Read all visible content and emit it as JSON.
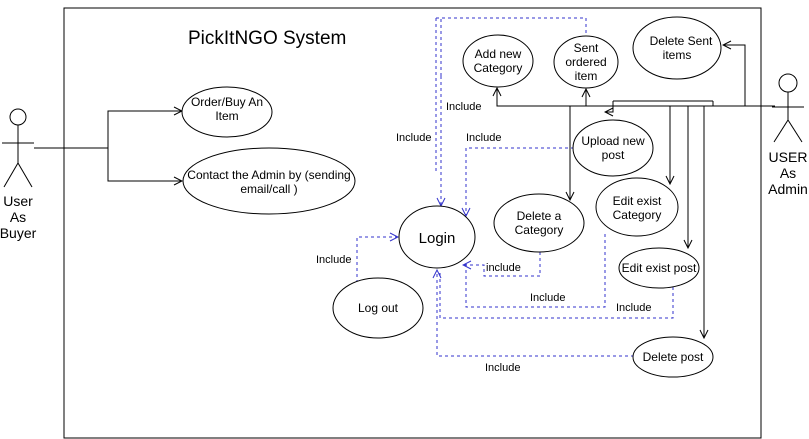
{
  "system": {
    "title": "PickItNGO System"
  },
  "actors": {
    "buyer": [
      "User",
      "As",
      "Buyer"
    ],
    "admin": [
      "USER",
      "As",
      "Admin"
    ]
  },
  "use_cases": {
    "order": [
      "Order/Buy An",
      "Item"
    ],
    "contact": [
      "Contact the Admin by (sending",
      "email/call )"
    ],
    "login": [
      "Login"
    ],
    "logout": [
      "Log out"
    ],
    "add_category": [
      "Add new",
      "Category"
    ],
    "sent_ordered": [
      "Sent",
      "ordered",
      "item"
    ],
    "delete_sent": [
      "Delete Sent",
      "items"
    ],
    "upload_post": [
      "Upload new",
      "post"
    ],
    "delete_category": [
      "Delete a",
      "Category"
    ],
    "edit_category": [
      "Edit exist",
      "Category"
    ],
    "edit_post": [
      "Edit exist post"
    ],
    "delete_post": [
      "Delete post"
    ]
  },
  "relations": {
    "include": "Include",
    "include_lower": "include"
  },
  "colors": {
    "include_line": "#3333cc",
    "stroke": "#000000"
  }
}
